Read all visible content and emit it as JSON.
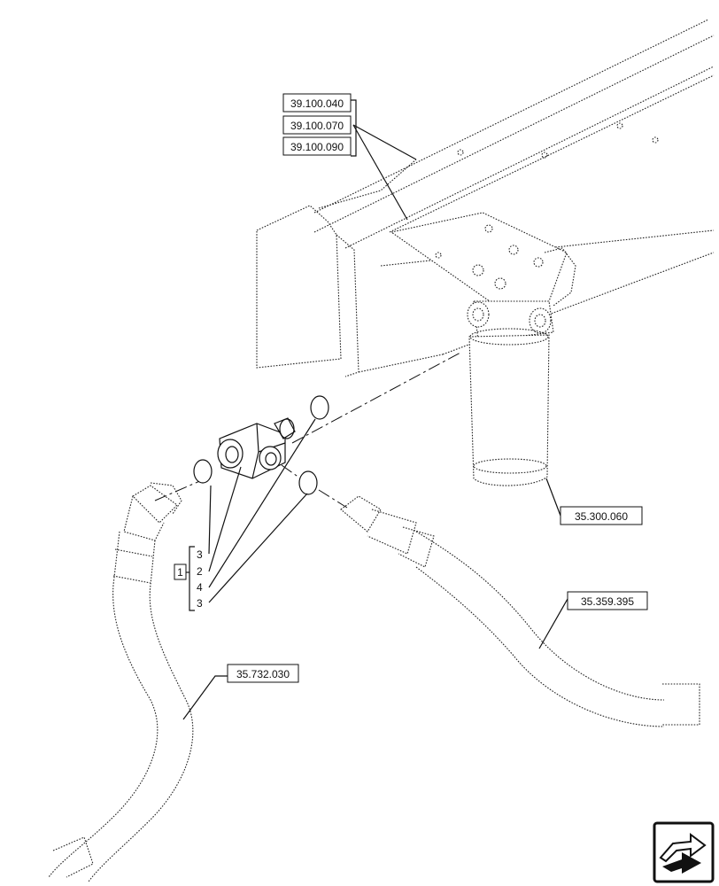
{
  "refs": {
    "r39_040": "39.100.040",
    "r39_070": "39.100.070",
    "r39_090": "39.100.090",
    "r35_300": "35.300.060",
    "r35_359": "35.359.395",
    "r35_732": "35.732.030"
  },
  "items": {
    "group": "1",
    "seal_upper": "3",
    "fitting": "2",
    "adapter": "4",
    "seal_lower": "3"
  },
  "icons": {
    "nav": "arrow-box-icon"
  }
}
